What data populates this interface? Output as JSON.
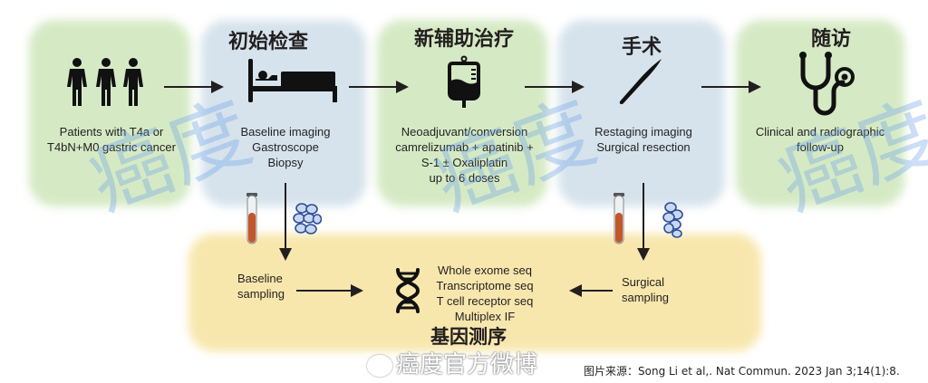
{
  "stages": [
    {
      "title": "",
      "icon": "people-icon",
      "desc": [
        "Patients with T4a or",
        "T4bN+M0 gastric cancer"
      ],
      "color": "#d5eac4"
    },
    {
      "title": "初始检查",
      "icon": "hospital-bed-icon",
      "desc": [
        "Baseline imaging",
        "Gastroscope",
        "Biopsy"
      ],
      "color": "#d6e3ec"
    },
    {
      "title": "新辅助治疗",
      "icon": "iv-bag-icon",
      "desc": [
        "Neoadjuvant/conversion",
        "camrelizumab + apatinib +",
        "S-1 ± Oxaliplatin",
        "up to 6 doses"
      ],
      "color": "#d5eac4"
    },
    {
      "title": "手术",
      "icon": "scalpel-icon",
      "desc": [
        "Restaging imaging",
        "Surgical resection"
      ],
      "color": "#d6e3ec"
    },
    {
      "title": "随访",
      "icon": "stethoscope-icon",
      "desc": [
        "Clinical and radiographic",
        "follow-up"
      ],
      "color": "#d5eac4"
    }
  ],
  "sequencing": {
    "title": "基因测序",
    "left_label": [
      "Baseline",
      "sampling"
    ],
    "right_label": [
      "Surgical",
      "sampling"
    ],
    "methods": [
      "Whole exome seq",
      "Transcriptome seq",
      "T cell receptor seq",
      "Multiplex IF"
    ],
    "color": "#f8e7ad"
  },
  "watermark": {
    "text": "癌度",
    "weibo": "癌度官方微博"
  },
  "source": "图片来源：Song Li et al,. Nat Commun. 2023 Jan 3;14(1):8."
}
